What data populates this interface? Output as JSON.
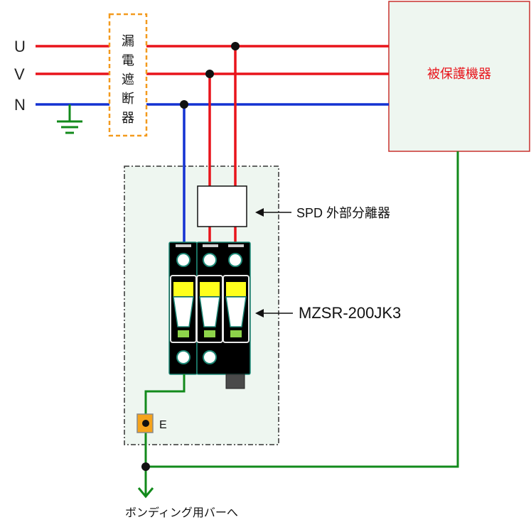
{
  "lines": [
    {
      "label": "U",
      "color": "#e8141b"
    },
    {
      "label": "V",
      "color": "#e8141b"
    },
    {
      "label": "N",
      "color": "#1432d2"
    }
  ],
  "breaker": {
    "label_chars": [
      "漏",
      "電",
      "遮",
      "断",
      "器"
    ],
    "border_color": "#f39a1e"
  },
  "load": {
    "label": "被保護機器",
    "text_color": "#e8141b",
    "border_color": "#c8302d",
    "fill": "#eef6f0"
  },
  "spd_disconnector": {
    "label": "SPD 外部分離器"
  },
  "spd_module": {
    "label": "MZSR-200JK3"
  },
  "earth_terminal": {
    "label": "E",
    "color": "#f5a31c"
  },
  "bonding": {
    "label": "ボンディング用バーへ"
  },
  "ground_color": "#128a1b",
  "enclosure_fill": "#eef6f0"
}
